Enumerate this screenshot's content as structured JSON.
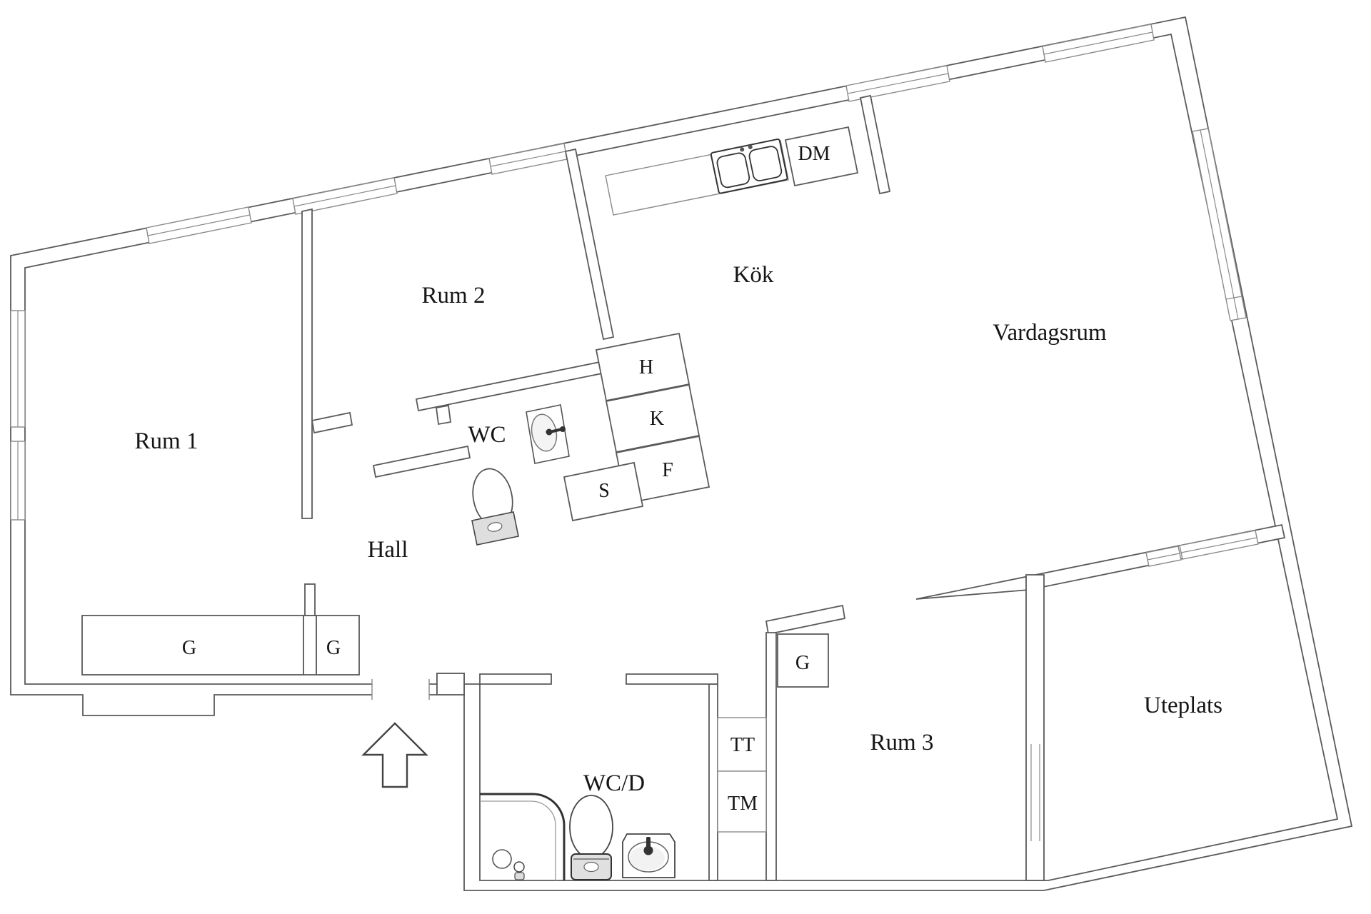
{
  "document": {
    "type": "floor-plan",
    "language": "sv"
  },
  "labels": {
    "rum1": "Rum 1",
    "rum2": "Rum 2",
    "rum3": "Rum 3",
    "kok": "Kök",
    "vardagsrum": "Vardagsrum",
    "hall": "Hall",
    "wc": "WC",
    "wcd": "WC/D",
    "uteplats": "Uteplats",
    "dm": "DM",
    "h": "H",
    "k": "K",
    "f": "F",
    "s": "S",
    "g_left_large": "G",
    "g_left_small": "G",
    "g_rum3": "G",
    "tt": "TT",
    "tm": "TM"
  },
  "colors": {
    "background": "#ffffff",
    "wall_line": "#5a5a5a",
    "light_line": "#8a8a8a",
    "fixture_line": "#333333",
    "shade": "#dedede",
    "text": "#161616"
  }
}
